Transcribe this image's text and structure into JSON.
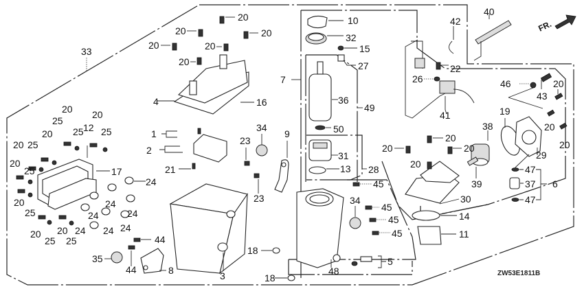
{
  "diagram": {
    "title": "Fuel pump / vapor separator exploded parts diagram",
    "code": "ZW53E1811B",
    "direction_indicator": "FR.",
    "callouts": [
      {
        "id": "c33",
        "text": "33"
      },
      {
        "id": "c20a",
        "text": "20"
      },
      {
        "id": "c20b",
        "text": "20"
      },
      {
        "id": "c20c",
        "text": "20"
      },
      {
        "id": "c20d",
        "text": "20"
      },
      {
        "id": "c20e",
        "text": "20"
      },
      {
        "id": "c20f",
        "text": "20"
      },
      {
        "id": "c4",
        "text": "4"
      },
      {
        "id": "c16",
        "text": "16"
      },
      {
        "id": "c7",
        "text": "7"
      },
      {
        "id": "c1",
        "text": "1"
      },
      {
        "id": "c2",
        "text": "2"
      },
      {
        "id": "c21",
        "text": "21"
      },
      {
        "id": "c34a",
        "text": "34"
      },
      {
        "id": "c23a",
        "text": "23"
      },
      {
        "id": "c9",
        "text": "9"
      },
      {
        "id": "c23b",
        "text": "23"
      },
      {
        "id": "c10",
        "text": "10"
      },
      {
        "id": "c32",
        "text": "32"
      },
      {
        "id": "c15",
        "text": "15"
      },
      {
        "id": "c27",
        "text": "27"
      },
      {
        "id": "c36",
        "text": "36"
      },
      {
        "id": "c49",
        "text": "49"
      },
      {
        "id": "c50",
        "text": "50"
      },
      {
        "id": "c31",
        "text": "31"
      },
      {
        "id": "c13",
        "text": "13"
      },
      {
        "id": "c28",
        "text": "28"
      },
      {
        "id": "c42",
        "text": "42"
      },
      {
        "id": "c40",
        "text": "40"
      },
      {
        "id": "c22",
        "text": "22"
      },
      {
        "id": "c26",
        "text": "26"
      },
      {
        "id": "c41",
        "text": "41"
      },
      {
        "id": "c46",
        "text": "46"
      },
      {
        "id": "c43",
        "text": "43"
      },
      {
        "id": "c20g",
        "text": "20"
      },
      {
        "id": "c19",
        "text": "19"
      },
      {
        "id": "c20h",
        "text": "20"
      },
      {
        "id": "c20i",
        "text": "20"
      },
      {
        "id": "c29",
        "text": "29"
      },
      {
        "id": "c38",
        "text": "38"
      },
      {
        "id": "c20j",
        "text": "20"
      },
      {
        "id": "c20k",
        "text": "20"
      },
      {
        "id": "c20l",
        "text": "20"
      },
      {
        "id": "c20m",
        "text": "20"
      },
      {
        "id": "c39",
        "text": "39"
      },
      {
        "id": "c30",
        "text": "30"
      },
      {
        "id": "c47a",
        "text": "47"
      },
      {
        "id": "c37",
        "text": "37"
      },
      {
        "id": "c6",
        "text": "6"
      },
      {
        "id": "c47b",
        "text": "47"
      },
      {
        "id": "c14",
        "text": "14"
      },
      {
        "id": "c11",
        "text": "11"
      },
      {
        "id": "c45a",
        "text": "45"
      },
      {
        "id": "c34b",
        "text": "34"
      },
      {
        "id": "c45b",
        "text": "45"
      },
      {
        "id": "c45c",
        "text": "45"
      },
      {
        "id": "c45d",
        "text": "45"
      },
      {
        "id": "c5",
        "text": "5"
      },
      {
        "id": "c48",
        "text": "48"
      },
      {
        "id": "c18a",
        "text": "18"
      },
      {
        "id": "c18b",
        "text": "18"
      },
      {
        "id": "c3",
        "text": "3"
      },
      {
        "id": "c44a",
        "text": "44"
      },
      {
        "id": "c44b",
        "text": "44"
      },
      {
        "id": "c35",
        "text": "35"
      },
      {
        "id": "c8",
        "text": "8"
      },
      {
        "id": "c17",
        "text": "17"
      },
      {
        "id": "c12",
        "text": "12"
      },
      {
        "id": "l20a",
        "text": "20"
      },
      {
        "id": "l25a",
        "text": "25"
      },
      {
        "id": "l20b",
        "text": "20"
      },
      {
        "id": "l25b",
        "text": "25"
      },
      {
        "id": "l20c",
        "text": "20"
      },
      {
        "id": "l25c",
        "text": "25"
      },
      {
        "id": "l20d",
        "text": "20"
      },
      {
        "id": "l25d",
        "text": "25"
      },
      {
        "id": "l20e",
        "text": "20"
      },
      {
        "id": "l25e",
        "text": "25"
      },
      {
        "id": "l20f",
        "text": "20"
      },
      {
        "id": "l25f",
        "text": "25"
      },
      {
        "id": "l20g",
        "text": "20"
      },
      {
        "id": "l25g",
        "text": "25"
      },
      {
        "id": "l20h",
        "text": "20"
      },
      {
        "id": "l25h",
        "text": "25"
      },
      {
        "id": "s24a",
        "text": "24"
      },
      {
        "id": "s24b",
        "text": "24"
      },
      {
        "id": "s24c",
        "text": "24"
      },
      {
        "id": "s24d",
        "text": "24"
      },
      {
        "id": "s24e",
        "text": "24"
      },
      {
        "id": "s24f",
        "text": "24"
      },
      {
        "id": "s24g",
        "text": "24"
      },
      {
        "id": "s24h",
        "text": "24"
      },
      {
        "id": "s24i",
        "text": "24"
      }
    ]
  }
}
